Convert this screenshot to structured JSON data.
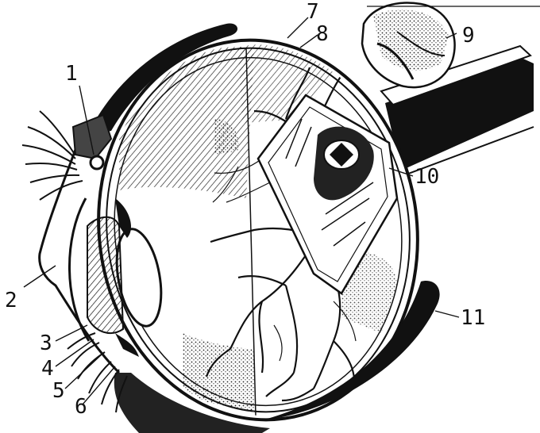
{
  "figure": {
    "type": "anatomical cross-section line drawing",
    "colors": {
      "ink": "#111111",
      "paper": "#ffffff",
      "shade": "#555555"
    }
  },
  "labels": {
    "l1": "1",
    "l2": "2",
    "l3": "3",
    "l4": "4",
    "l5": "5",
    "l6": "6",
    "l7": "7",
    "l8": "8",
    "l9": "9",
    "l10": "10",
    "l11": "11"
  }
}
